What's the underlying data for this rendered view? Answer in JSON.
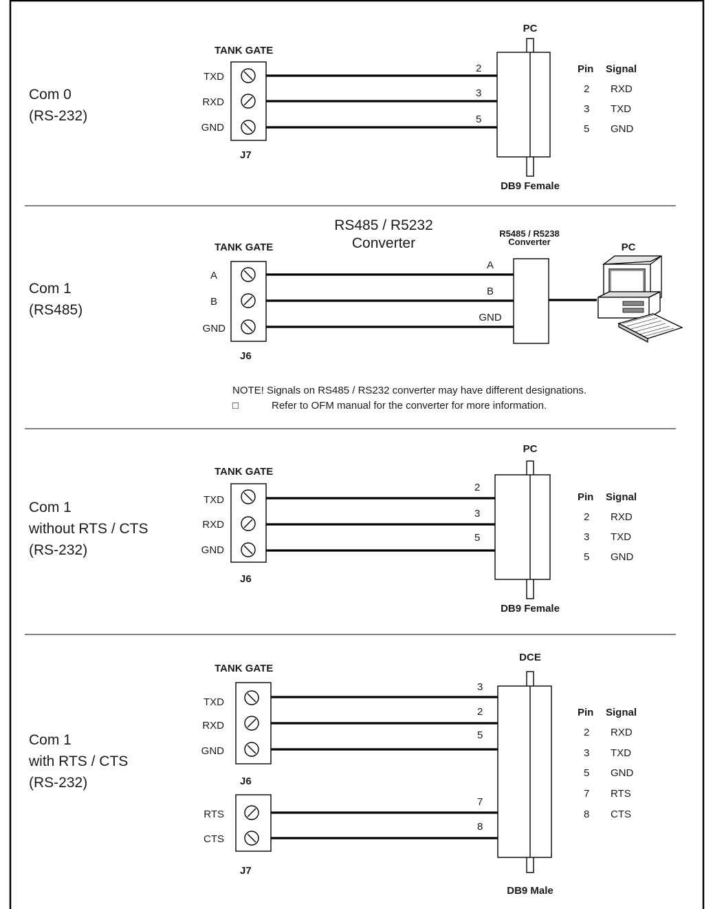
{
  "sections": [
    {
      "title_lines": [
        "Com 0",
        "(RS-232)"
      ],
      "terminal_title": "TANK GATE",
      "terminal_signals": [
        "TXD",
        "RXD",
        "GND"
      ],
      "terminal_label": "J7",
      "wire_labels": [
        "2",
        "3",
        "5"
      ],
      "connector_top": "PC",
      "connector_bottom": "DB9 Female",
      "pin_table": {
        "header": [
          "Pin",
          "Signal"
        ],
        "rows": [
          [
            "2",
            "RXD"
          ],
          [
            "3",
            "TXD"
          ],
          [
            "5",
            "GND"
          ]
        ]
      }
    },
    {
      "title_lines": [
        "Com 1",
        "(RS485)"
      ],
      "terminal_title": "TANK GATE",
      "terminal_signals": [
        "A",
        "B",
        "GND"
      ],
      "terminal_label": "J6",
      "converter_caption_lines": [
        "RS485 / R5232",
        "Converter"
      ],
      "converter_box_lines": [
        "R5485 / R5238",
        "Converter"
      ],
      "wire_labels": [
        "A",
        "B",
        "GND"
      ],
      "pc_label": "PC",
      "note_lines": [
        "NOTE! Signals on RS485 / RS232 converter may have different designations.",
        "Refer to OFM manual for the converter for more information."
      ],
      "note_marker": "□"
    },
    {
      "title_lines": [
        "Com 1",
        "without RTS / CTS",
        "(RS-232)"
      ],
      "terminal_title": "TANK GATE",
      "terminal_signals": [
        "TXD",
        "RXD",
        "GND"
      ],
      "terminal_label": "J6",
      "wire_labels": [
        "2",
        "3",
        "5"
      ],
      "connector_top": "PC",
      "connector_bottom": "DB9 Female",
      "pin_table": {
        "header": [
          "Pin",
          "Signal"
        ],
        "rows": [
          [
            "2",
            "RXD"
          ],
          [
            "3",
            "TXD"
          ],
          [
            "5",
            "GND"
          ]
        ]
      }
    },
    {
      "title_lines": [
        "Com 1",
        "with RTS / CTS",
        "(RS-232)"
      ],
      "terminal_title": "TANK GATE",
      "terminal_signals": [
        "TXD",
        "RXD",
        "GND"
      ],
      "terminal_label": "J6",
      "terminal2_signals": [
        "RTS",
        "CTS"
      ],
      "terminal2_label": "J7",
      "wire_labels": [
        "3",
        "2",
        "5",
        "7",
        "8"
      ],
      "connector_top": "DCE",
      "connector_bottom": "DB9 Male",
      "pin_table": {
        "header": [
          "Pin",
          "Signal"
        ],
        "rows": [
          [
            "2",
            "RXD"
          ],
          [
            "3",
            "TXD"
          ],
          [
            "5",
            "GND"
          ],
          [
            "7",
            "RTS"
          ],
          [
            "8",
            "CTS"
          ]
        ]
      }
    }
  ]
}
